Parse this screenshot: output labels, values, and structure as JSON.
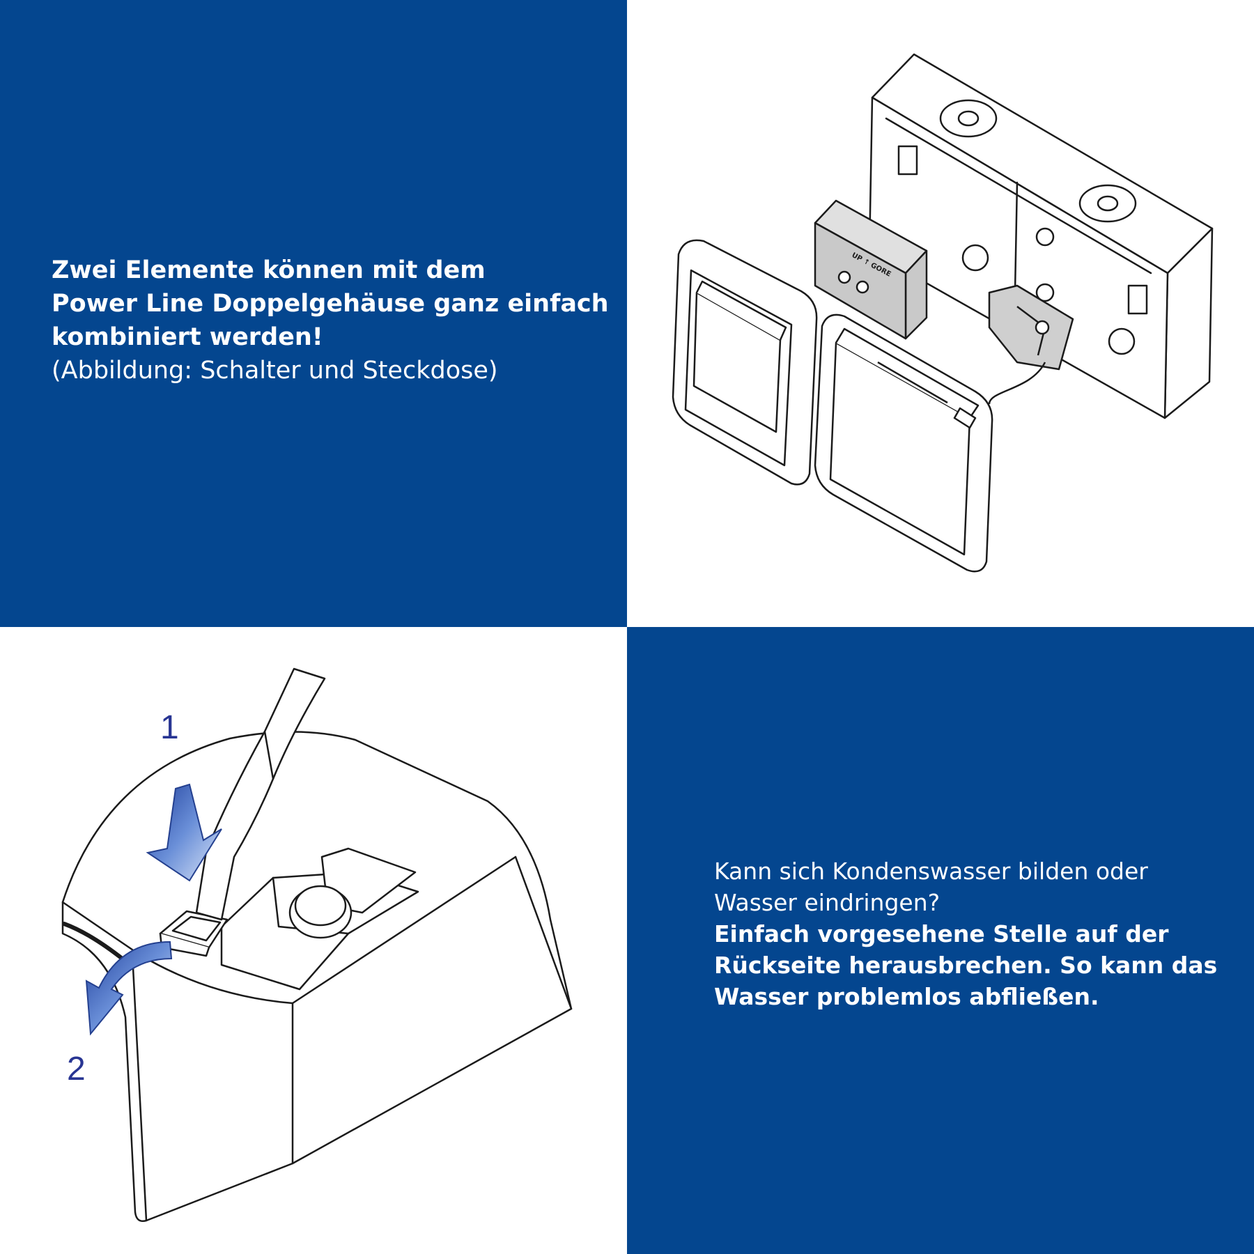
{
  "colors": {
    "panel_blue": "#04468f",
    "line_art": "#1b1b1b",
    "arrow_blue": "#3a63b8",
    "step_number": "#283593"
  },
  "top_left": {
    "heading_line1": "Zwei Elemente können mit dem",
    "heading_line2": "Power Line Doppelgehäuse ganz einfach",
    "heading_line3": "kombiniert werden!",
    "caption": "(Abbildung: Schalter und Steckdose)"
  },
  "top_right": {
    "illustration": "double-housing-exploded-drawing",
    "module_marking": "UP ↑ GORE"
  },
  "bottom_left": {
    "illustration": "screwdriver-breakout-drawing",
    "step1": "1",
    "step2": "2"
  },
  "bottom_right": {
    "question_line1": "Kann sich Kondenswasser bilden oder",
    "question_line2": "Wasser eindringen?",
    "answer_line1": "Einfach vorgesehene Stelle auf der",
    "answer_line2": "Rückseite herausbrechen. So kann das",
    "answer_line3": "Wasser problemlos abfließen."
  }
}
